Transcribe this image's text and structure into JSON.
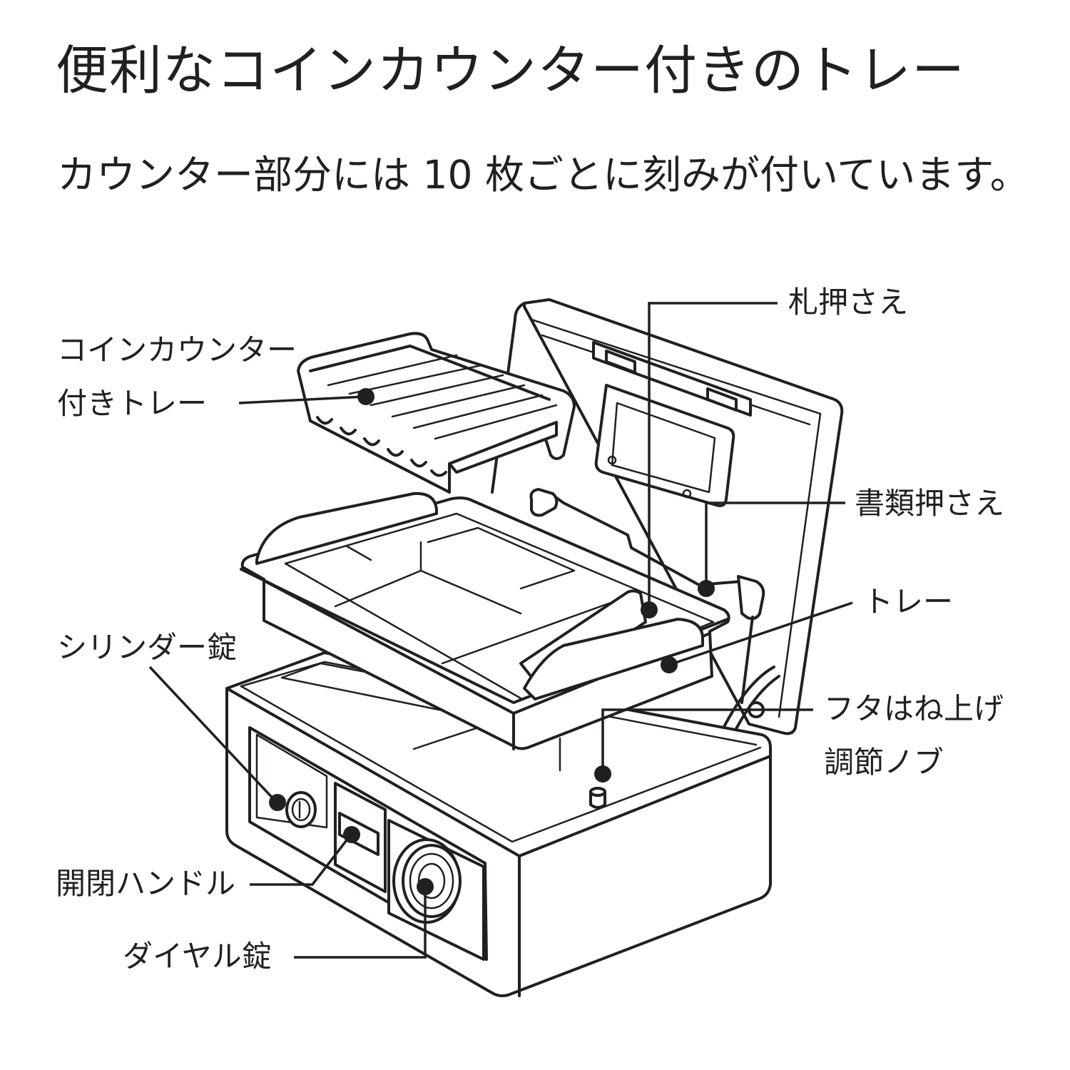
{
  "title": "便利なコインカウンター付きのトレー",
  "subtitle": "カウンター部分には 10 枚ごとに刻みが付いています。",
  "labels": {
    "coin_tray_line1": "コインカウンター",
    "coin_tray_line2": "付きトレー",
    "bill_holder": "札押さえ",
    "document_holder": "書類押さえ",
    "tray": "トレー",
    "cylinder_lock": "シリンダー錠",
    "lid_knob_line1": "フタはね上げ",
    "lid_knob_line2": "調節ノブ",
    "open_handle": "開閉ハンドル",
    "dial_lock": "ダイヤル錠"
  }
}
